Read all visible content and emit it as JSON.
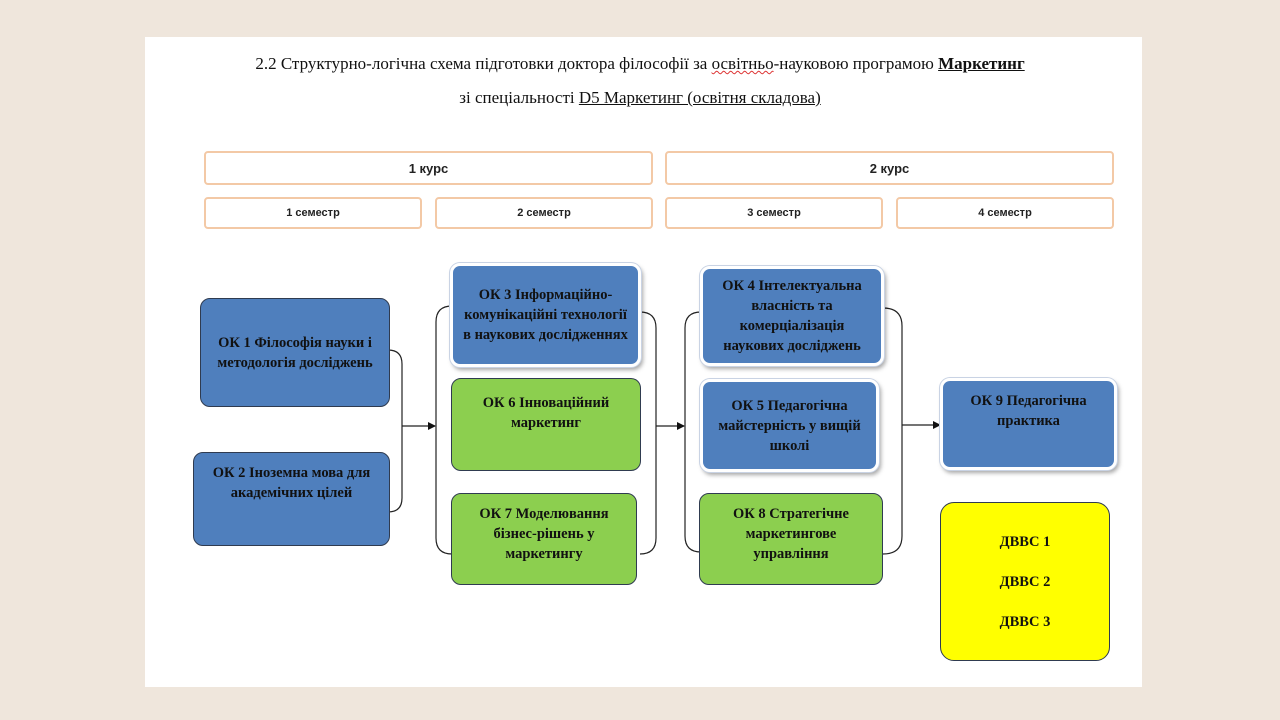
{
  "title": {
    "line1_part1": "2.2 Структурно-логічна схема підготовки доктора філософії за ",
    "line1_misspelled": "освітньо",
    "line1_part2": "-науковою програмою ",
    "line1_program": "Маркетинг",
    "line2_prefix": "зі спеціальності ",
    "line2_specialty": "D5 Маркетинг (освітня складова)"
  },
  "courses": [
    "1 курс",
    "2 курс"
  ],
  "semesters": [
    "1 семестр",
    "2 семестр",
    "3 семестр",
    "4 семестр"
  ],
  "nodes": {
    "ok1": "ОК 1 Філософія науки і методологія досліджень",
    "ok2": "ОК 2 Іноземна мова для академічних цілей",
    "ok3": "ОК 3 Інформаційно-комунікаційні технології в наукових дослідженнях",
    "ok6": "ОК 6 Інноваційний маркетинг",
    "ok7": "ОК 7 Моделювання бізнес-рішень у маркетингу",
    "ok4": "ОК 4 Інтелектуальна власність та комерціалізація наукових досліджень",
    "ok5": "ОК 5 Педагогічна майстерність у вищій школі",
    "ok8": "ОК 8 Стратегічне маркетингове управління",
    "ok9": "ОК 9 Педагогічна практика"
  },
  "electives": [
    "ДВВС 1",
    "ДВВС 2",
    "ДВВС 3"
  ],
  "colors": {
    "blue_node": "#4f7fbd",
    "green_node": "#8ccf4f",
    "yellow_node": "#ffff00",
    "header_border": "#f3c9a6",
    "background": "#efe6dc"
  }
}
